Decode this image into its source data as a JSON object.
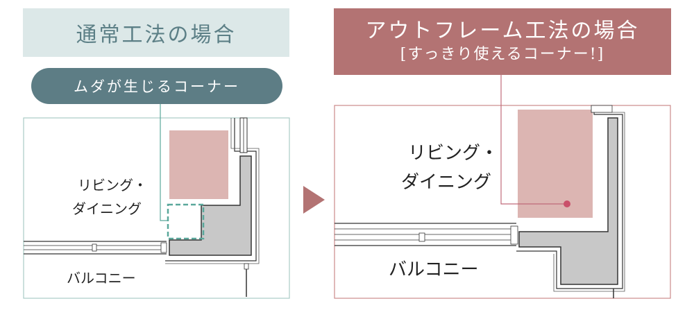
{
  "left": {
    "title": "通常工法の場合",
    "badge": "ムダが生じるコーナー",
    "room_line1": "リビング・",
    "room_line2": "ダイニング",
    "balcony": "バルコニー"
  },
  "right": {
    "title": "アウトフレーム工法の場合",
    "subtitle": "[すっきり使えるコーナー!]",
    "room_line1": "リビング・",
    "room_line2": "ダイニング",
    "balcony": "バルコニー"
  },
  "colors": {
    "teal_bg": "#dce8e8",
    "teal_text": "#5c7f86",
    "pill": "#5d7d85",
    "rose": "#b37373",
    "rose_fill": "#dcb5b2",
    "dashed": "#5aa89b",
    "wall_fill": "#c8c8c8"
  },
  "icons": [
    "arrow-right-icon"
  ]
}
